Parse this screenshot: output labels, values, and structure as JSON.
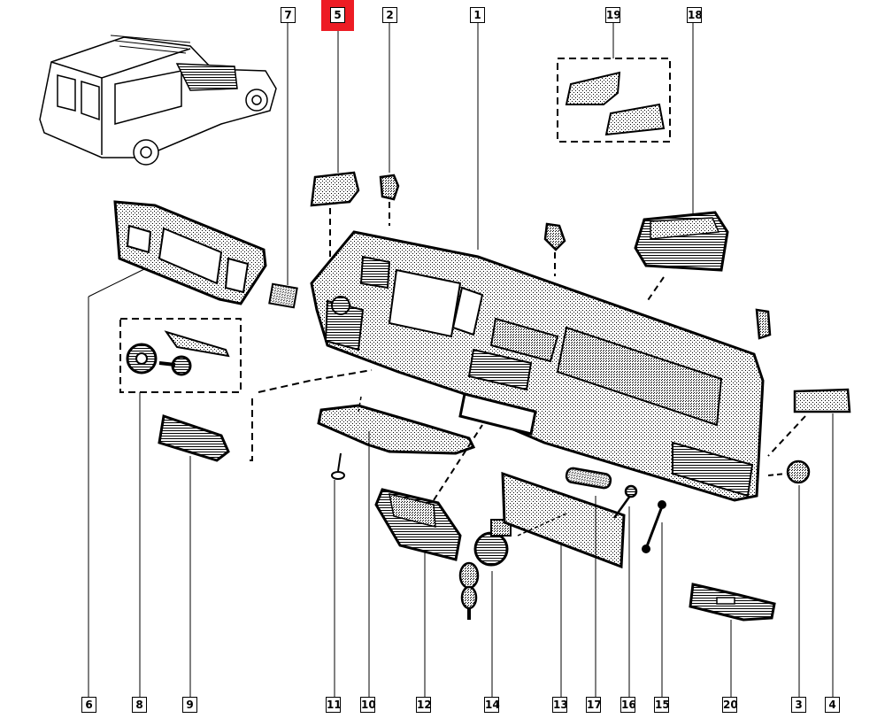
{
  "diagram": {
    "title": "Dashboard (planche de bord) exploded parts view",
    "highlight_color": "#ed1c24",
    "highlighted_part": "5",
    "callouts_top": [
      {
        "id": "7",
        "label": "7"
      },
      {
        "id": "5",
        "label": "5",
        "highlighted": true
      },
      {
        "id": "2",
        "label": "2"
      },
      {
        "id": "1",
        "label": "1"
      },
      {
        "id": "19",
        "label": "19"
      },
      {
        "id": "18",
        "label": "18"
      }
    ],
    "callouts_bottom": [
      {
        "id": "6",
        "label": "6"
      },
      {
        "id": "8",
        "label": "8"
      },
      {
        "id": "9",
        "label": "9"
      },
      {
        "id": "11",
        "label": "11"
      },
      {
        "id": "10",
        "label": "10"
      },
      {
        "id": "12",
        "label": "12"
      },
      {
        "id": "14",
        "label": "14"
      },
      {
        "id": "13",
        "label": "13"
      },
      {
        "id": "17",
        "label": "17"
      },
      {
        "id": "16",
        "label": "16"
      },
      {
        "id": "15",
        "label": "15"
      },
      {
        "id": "20",
        "label": "20"
      },
      {
        "id": "3",
        "label": "3"
      },
      {
        "id": "4",
        "label": "4"
      }
    ],
    "parts": [
      {
        "id": "1",
        "name": "dashboard-panel"
      },
      {
        "id": "2",
        "name": "clip"
      },
      {
        "id": "3",
        "name": "side-fastener"
      },
      {
        "id": "4",
        "name": "side-bracket"
      },
      {
        "id": "5",
        "name": "upper-clip-bracket"
      },
      {
        "id": "6",
        "name": "instrument-surround"
      },
      {
        "id": "7",
        "name": "end-cap"
      },
      {
        "id": "8",
        "name": "knob-and-control-kit"
      },
      {
        "id": "9",
        "name": "side-air-vent"
      },
      {
        "id": "10",
        "name": "lower-trim-panel"
      },
      {
        "id": "11",
        "name": "screw"
      },
      {
        "id": "12",
        "name": "storage-tray"
      },
      {
        "id": "13",
        "name": "glovebox-lid"
      },
      {
        "id": "14",
        "name": "lock-barrel-with-keys"
      },
      {
        "id": "15",
        "name": "strap"
      },
      {
        "id": "16",
        "name": "pin"
      },
      {
        "id": "17",
        "name": "handle"
      },
      {
        "id": "18",
        "name": "center-vent-box"
      },
      {
        "id": "19",
        "name": "bracket-kit"
      },
      {
        "id": "20",
        "name": "switch-panel"
      }
    ]
  }
}
